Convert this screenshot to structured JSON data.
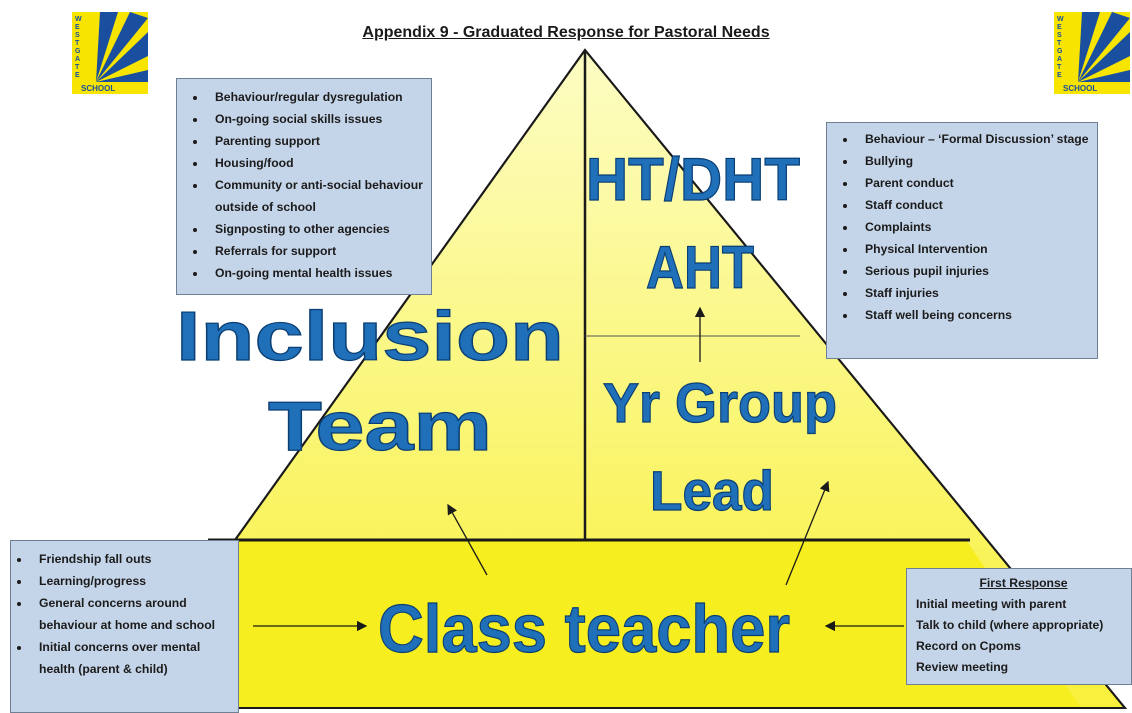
{
  "title": "Appendix 9 - Graduated Response for Pastoral Needs",
  "logo": {
    "letters": [
      "W",
      "E",
      "S",
      "T",
      "G",
      "A",
      "T",
      "E"
    ],
    "word": "SCHOOL",
    "colors": {
      "yellow": "#f7e400",
      "blue": "#1a4fa0"
    }
  },
  "pyramid": {
    "colors": {
      "fill_top": "#fdfdc4",
      "fill_bottom": "#f8f03a",
      "band": "#f6ee1e",
      "outline": "#1a1a1a",
      "text": "#1f6fb9"
    },
    "inclusion_team": [
      "Inclusion",
      "Team"
    ],
    "ht_dht": "HT/DHT",
    "aht": "AHT",
    "yr_group_lead": [
      "Yr Group",
      "Lead"
    ],
    "class_teacher": "Class teacher"
  },
  "boxes": {
    "inclusion": [
      "Behaviour/regular dysregulation",
      "On-going social skills issues",
      "Parenting support",
      "Housing/food",
      "Community or anti-social behaviour outside of school",
      "Signposting to other agencies",
      "Referrals for support",
      "On-going mental health issues"
    ],
    "senior": [
      "Behaviour – ‘Formal Discussion’ stage",
      "Bullying",
      "Parent conduct",
      "Staff conduct",
      "Complaints",
      "Physical Intervention",
      "Serious pupil injuries",
      "Staff injuries",
      "Staff well being concerns"
    ],
    "class": [
      "Friendship fall outs",
      "Learning/progress",
      "General concerns around behaviour at home and school",
      "Initial concerns over mental health (parent & child)"
    ],
    "first_response": {
      "heading": "First Response",
      "lines": [
        "Initial meeting with parent",
        "Talk to child (where appropriate)",
        "Record on Cpoms",
        "Review meeting"
      ]
    }
  }
}
